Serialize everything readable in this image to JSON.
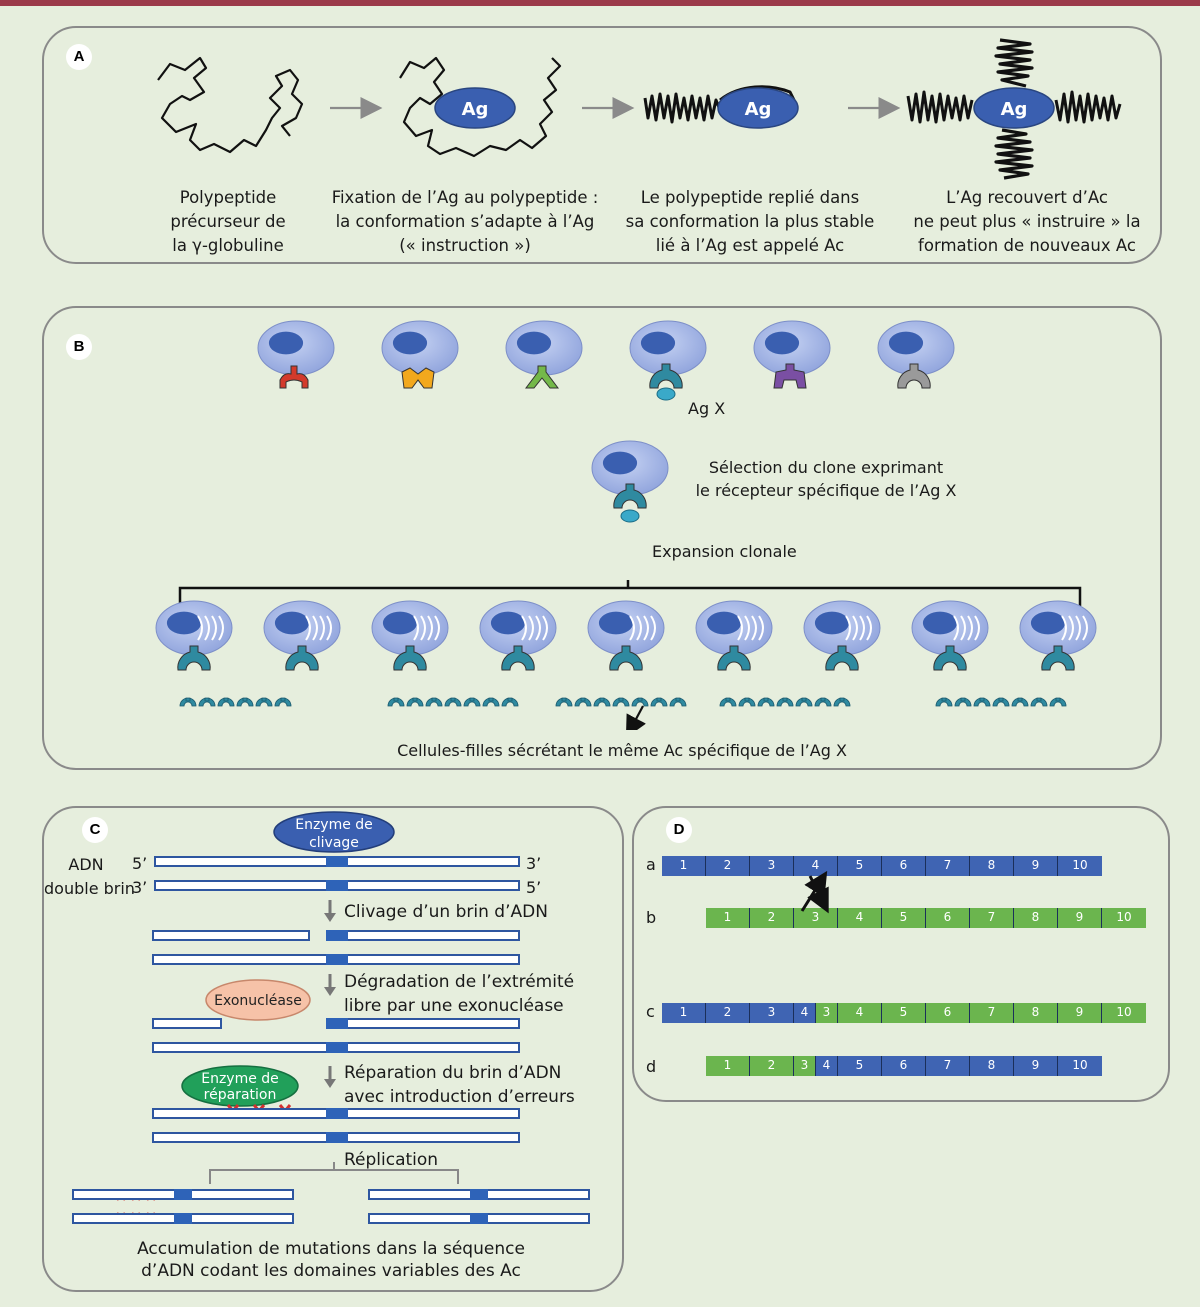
{
  "panels": {
    "a": {
      "label": "A",
      "ag": "Ag",
      "captions": [
        [
          "Polypeptide",
          "précurseur de",
          "la γ-globuline"
        ],
        [
          "Fixation de l’Ag au polypeptide :",
          "la conformation  s’adapte à l’Ag",
          "(« instruction »)"
        ],
        [
          "Le polypeptide replié dans",
          "sa conformation la plus stable",
          "lié à l’Ag est appelé  Ac"
        ],
        [
          "L’Ag recouvert d’Ac",
          "ne peut plus « instruire » la",
          "formation de nouveaux Ac"
        ]
      ]
    },
    "b": {
      "label": "B",
      "agx": "Ag X",
      "selection": [
        "Sélection du clone exprimant",
        "le récepteur spécifique de l’Ag X"
      ],
      "expansion": "Expansion clonale",
      "footer": "Cellules-filles sécrétant le même Ac spécifique de l’Ag X",
      "receptor_colors": [
        "#d33a2c",
        "#f2a81d",
        "#74b84a",
        "#2f8aa0",
        "#7a4fa3",
        "#9a9a9a"
      ]
    },
    "c": {
      "label": "C",
      "cleavage_enzyme": [
        "Enzyme de",
        "clivage"
      ],
      "adn": [
        "ADN",
        "double brin"
      ],
      "ends": {
        "top_left": "5’",
        "bottom_left": "3’",
        "top_right": "3’",
        "bottom_right": "5’"
      },
      "steps": [
        "Clivage d’un brin d’ADN",
        [
          "Dégradation de l’extrémité",
          "libre par une exonucléase"
        ],
        [
          "Réparation du brin d’ADN",
          "avec introduction d’erreurs"
        ],
        "Réplication"
      ],
      "exonuclease": "Exonucléase",
      "repair_enzyme": [
        "Enzyme de",
        "réparation"
      ],
      "footer": [
        "Accumulation de mutations dans la séquence",
        "d’ADN codant les domaines variables des Ac"
      ]
    },
    "d": {
      "label": "D",
      "rows": [
        {
          "letter": "a",
          "cells": [
            [
              "1",
              "blue"
            ],
            [
              "2",
              "blue"
            ],
            [
              "3",
              "blue"
            ],
            [
              "4",
              "blue"
            ],
            [
              "5",
              "blue"
            ],
            [
              "6",
              "blue"
            ],
            [
              "7",
              "blue"
            ],
            [
              "8",
              "blue"
            ],
            [
              "9",
              "blue"
            ],
            [
              "10",
              "blue"
            ]
          ]
        },
        {
          "letter": "b",
          "cells": [
            [
              "1",
              "green"
            ],
            [
              "2",
              "green"
            ],
            [
              "3",
              "green"
            ],
            [
              "4",
              "green"
            ],
            [
              "5",
              "green"
            ],
            [
              "6",
              "green"
            ],
            [
              "7",
              "green"
            ],
            [
              "8",
              "green"
            ],
            [
              "9",
              "green"
            ],
            [
              "10",
              "green"
            ]
          ]
        },
        {
          "letter": "c",
          "cells": [
            [
              "1",
              "blue"
            ],
            [
              "2",
              "blue"
            ],
            [
              "3",
              "blue"
            ],
            [
              "4",
              "blue"
            ],
            [
              "3",
              "green"
            ],
            [
              "4",
              "green"
            ],
            [
              "5",
              "green"
            ],
            [
              "6",
              "green"
            ],
            [
              "7",
              "green"
            ],
            [
              "8",
              "green"
            ],
            [
              "9",
              "green"
            ],
            [
              "10",
              "green"
            ]
          ]
        },
        {
          "letter": "d",
          "cells": [
            [
              "1",
              "green"
            ],
            [
              "2",
              "green"
            ],
            [
              "3",
              "green"
            ],
            [
              "4",
              "blue"
            ],
            [
              "5",
              "blue"
            ],
            [
              "6",
              "blue"
            ],
            [
              "7",
              "blue"
            ],
            [
              "8",
              "blue"
            ],
            [
              "9",
              "blue"
            ],
            [
              "10",
              "blue"
            ]
          ]
        }
      ]
    }
  },
  "colors": {
    "cell_blue": "#3f64b3",
    "cell_green": "#6bb54e",
    "ag_blue": "#3a5fb0",
    "receptor": "#2f8aa0",
    "exonuclease": "#f6c2a8",
    "repair": "#21a05a"
  }
}
